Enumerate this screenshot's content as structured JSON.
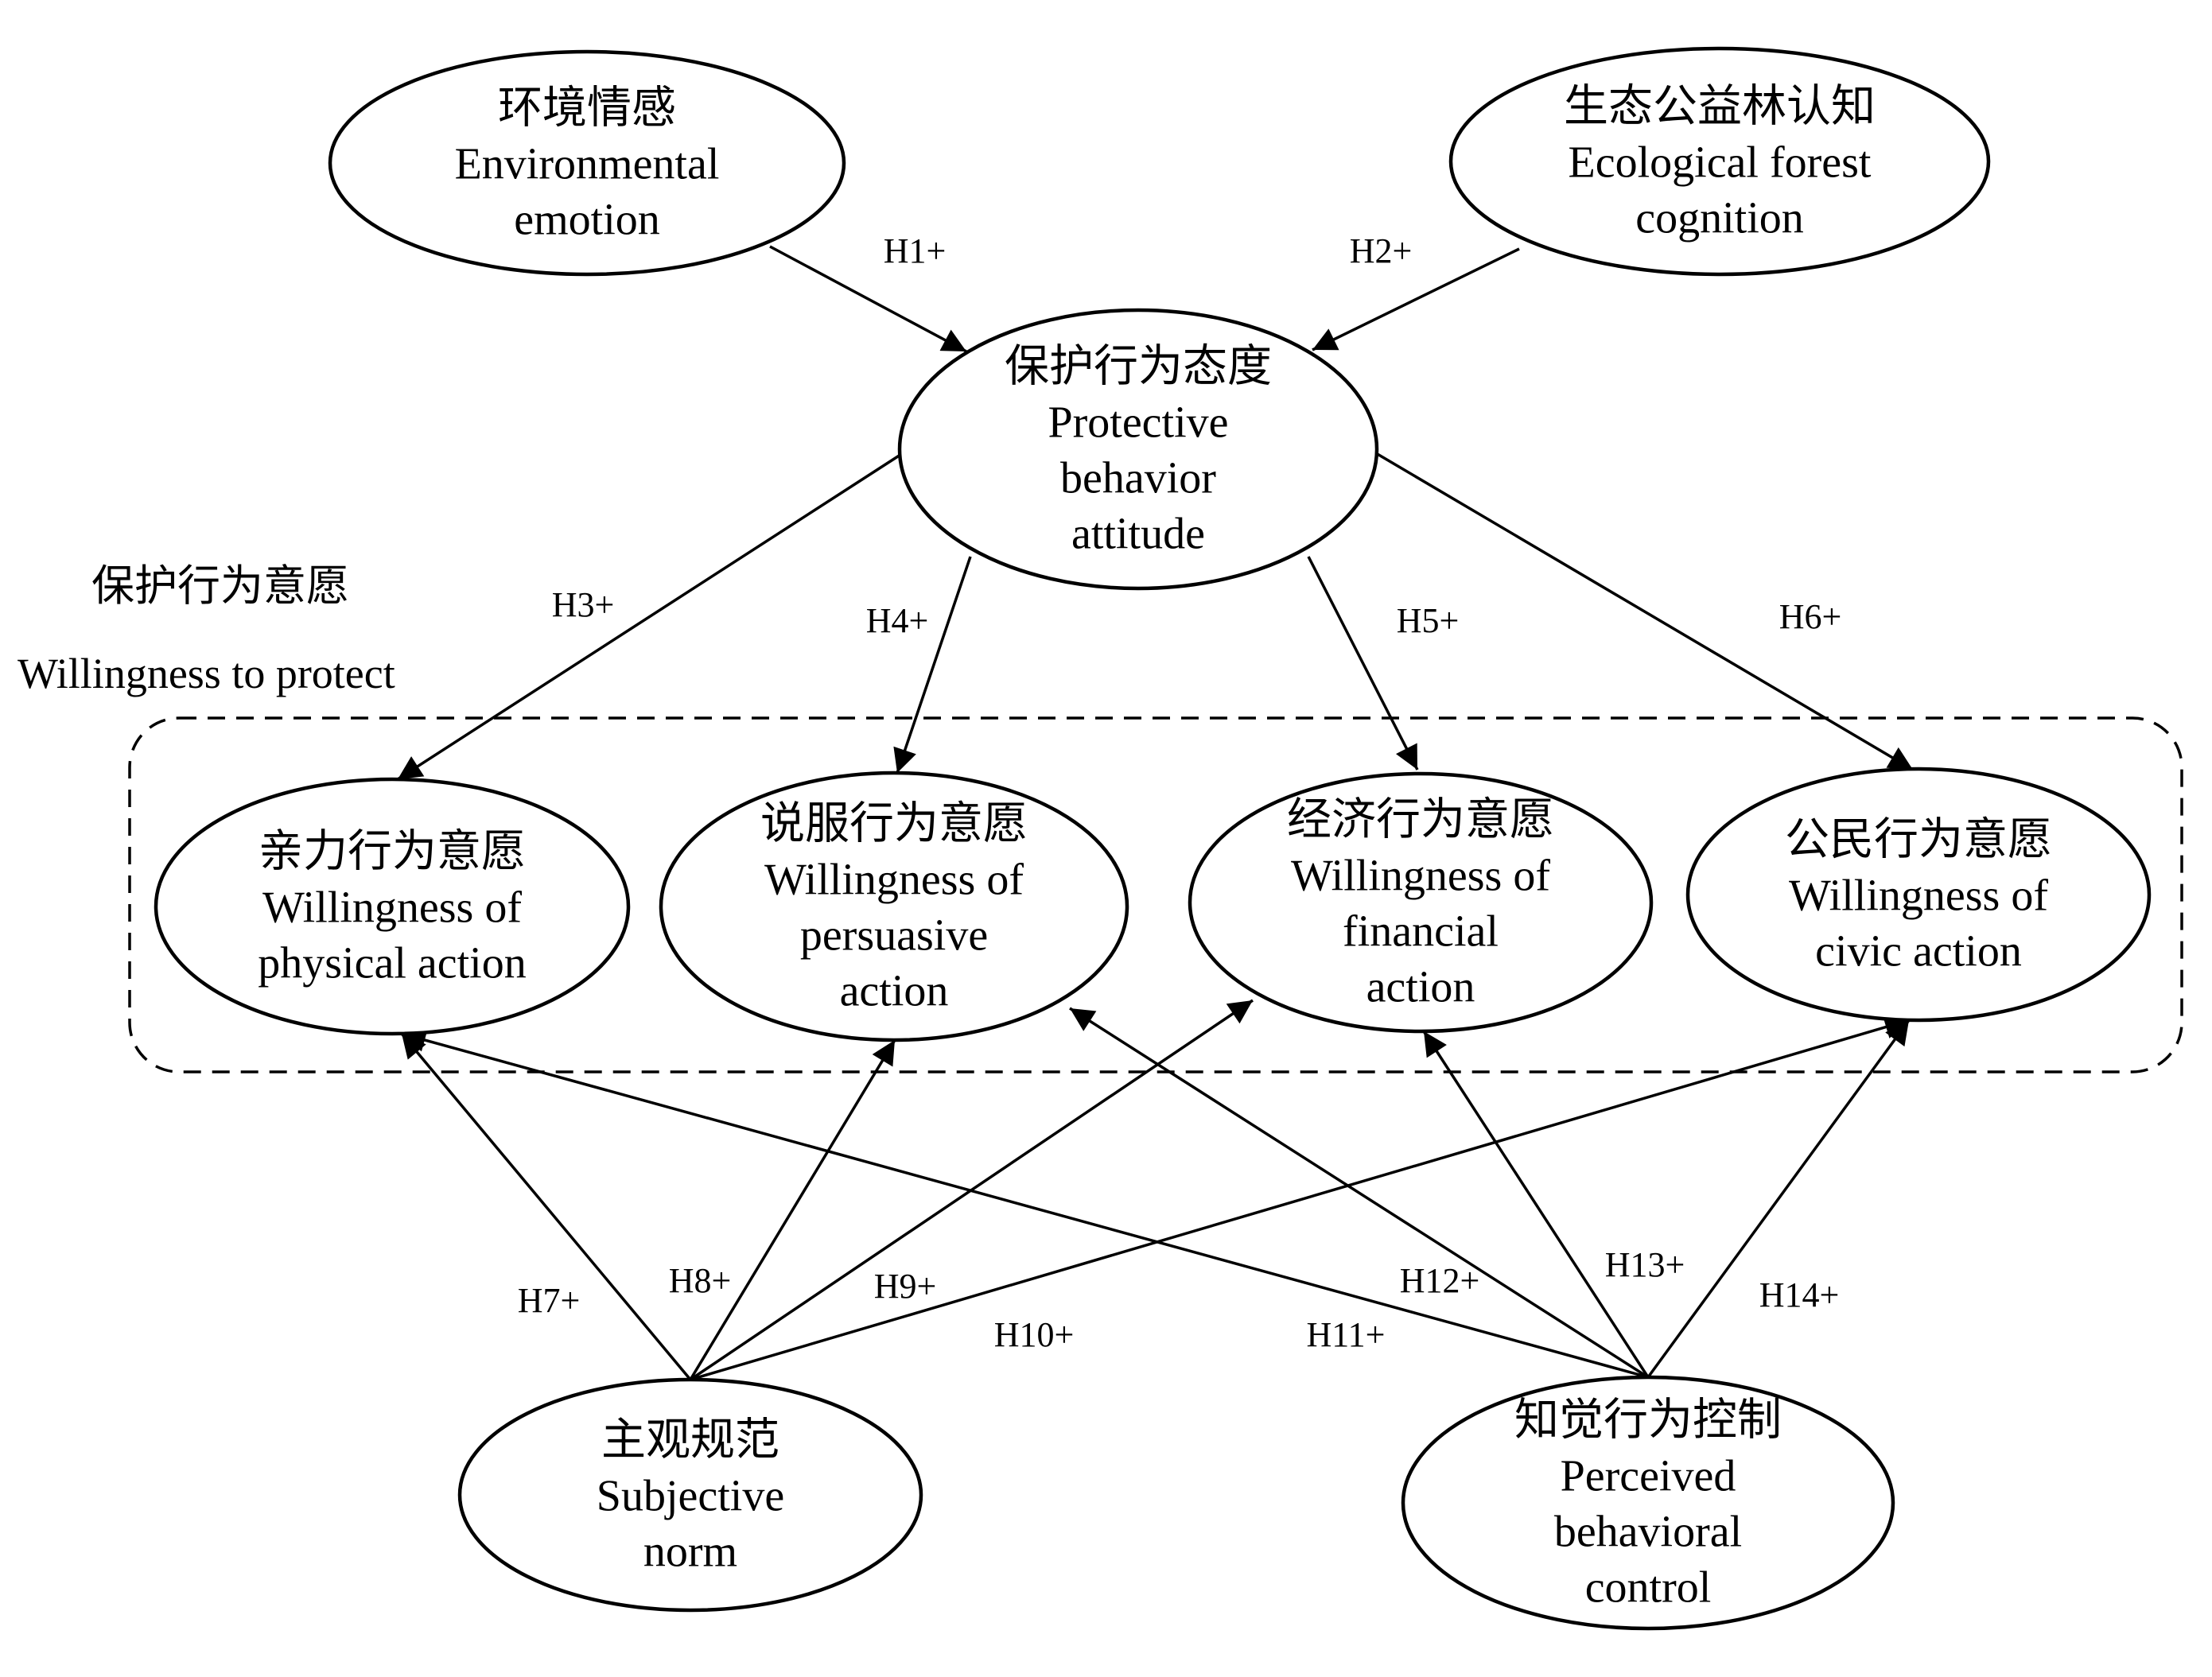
{
  "diagram": {
    "group": {
      "label_zh": "保护行为意愿",
      "label_en": "Willingness to protect"
    },
    "nodes": {
      "environmental_emotion": [
        "环境情感",
        "Environmental",
        "emotion"
      ],
      "ecological_forest_cognition": [
        "生态公益林认知",
        "Ecological forest",
        "cognition"
      ],
      "protective_behavior_attitude": [
        "保护行为态度",
        "Protective",
        "behavior",
        "attitude"
      ],
      "physical_action": [
        "亲力行为意愿",
        "Willingness of",
        "physical action"
      ],
      "persuasive_action": [
        "说服行为意愿",
        "Willingness of",
        "persuasive",
        "action"
      ],
      "financial_action": [
        "经济行为意愿",
        "Willingness of",
        "financial",
        "action"
      ],
      "civic_action": [
        "公民行为意愿",
        "Willingness of",
        "civic action"
      ],
      "subjective_norm": [
        "主观规范",
        "Subjective",
        "norm"
      ],
      "perceived_behavioral_control": [
        "知觉行为控制",
        "Perceived",
        "behavioral",
        "control"
      ]
    },
    "edges": [
      {
        "from": "environmental_emotion",
        "to": "protective_behavior_attitude",
        "label": "H1+"
      },
      {
        "from": "ecological_forest_cognition",
        "to": "protective_behavior_attitude",
        "label": "H2+"
      },
      {
        "from": "protective_behavior_attitude",
        "to": "physical_action",
        "label": "H3+"
      },
      {
        "from": "protective_behavior_attitude",
        "to": "persuasive_action",
        "label": "H4+"
      },
      {
        "from": "protective_behavior_attitude",
        "to": "financial_action",
        "label": "H5+"
      },
      {
        "from": "protective_behavior_attitude",
        "to": "civic_action",
        "label": "H6+"
      },
      {
        "from": "subjective_norm",
        "to": "physical_action",
        "label": "H7+"
      },
      {
        "from": "subjective_norm",
        "to": "persuasive_action",
        "label": "H8+"
      },
      {
        "from": "subjective_norm",
        "to": "financial_action",
        "label": "H9+"
      },
      {
        "from": "subjective_norm",
        "to": "civic_action",
        "label": "H10+"
      },
      {
        "from": "perceived_behavioral_control",
        "to": "physical_action",
        "label": "H11+"
      },
      {
        "from": "perceived_behavioral_control",
        "to": "persuasive_action",
        "label": "H12+"
      },
      {
        "from": "perceived_behavioral_control",
        "to": "financial_action",
        "label": "H13+"
      },
      {
        "from": "perceived_behavioral_control",
        "to": "civic_action",
        "label": "H14+"
      }
    ]
  }
}
